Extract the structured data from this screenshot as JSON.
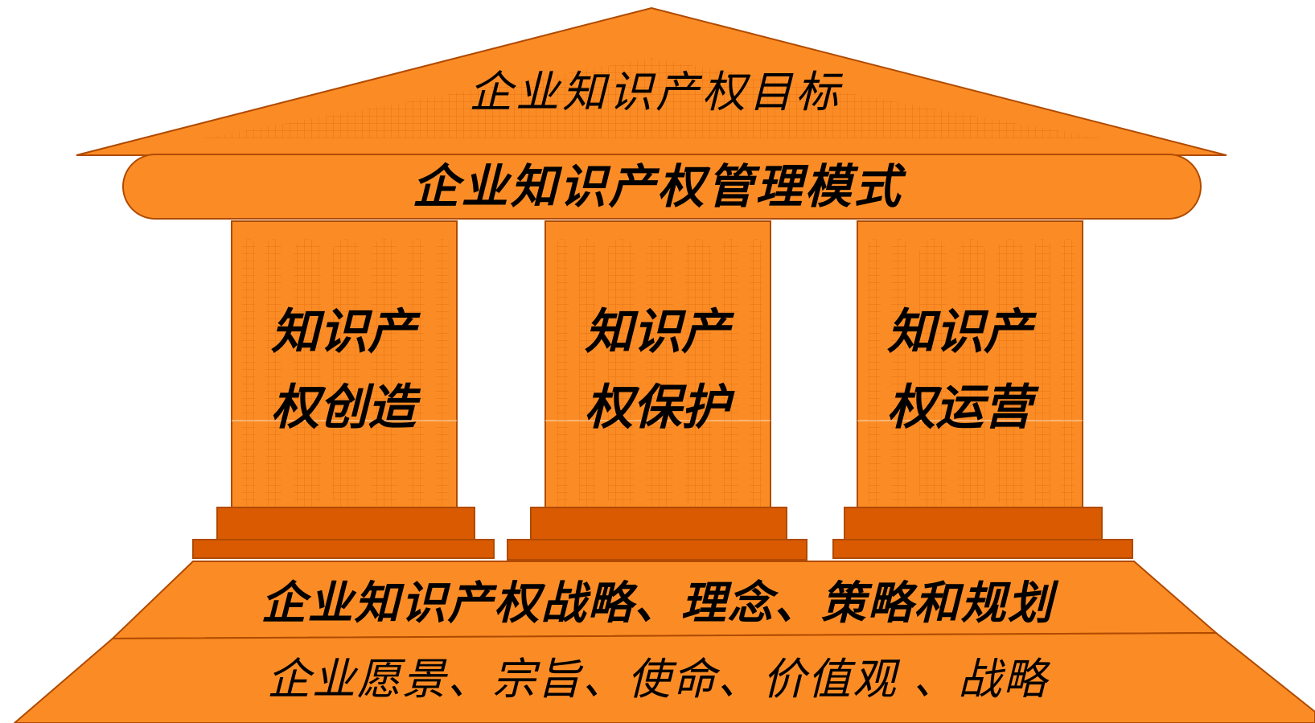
{
  "colors": {
    "fill": "#FB8C25",
    "fill_dark": "#D95A00",
    "stroke": "#B04A00",
    "text": "#000000"
  },
  "roof": {
    "title": "企业知识产权目标"
  },
  "beam": {
    "title": "企业知识产权管理模式"
  },
  "pillars": [
    {
      "line1": "知识产",
      "line2": "权创造"
    },
    {
      "line1": "知识产",
      "line2": "权保护"
    },
    {
      "line1": "知识产",
      "line2": "权运营"
    }
  ],
  "foundation": {
    "upper": "企业知识产权战略、理念、策略和规划",
    "lower": "企业愿景、宗旨、使命、价值观 、战略"
  }
}
